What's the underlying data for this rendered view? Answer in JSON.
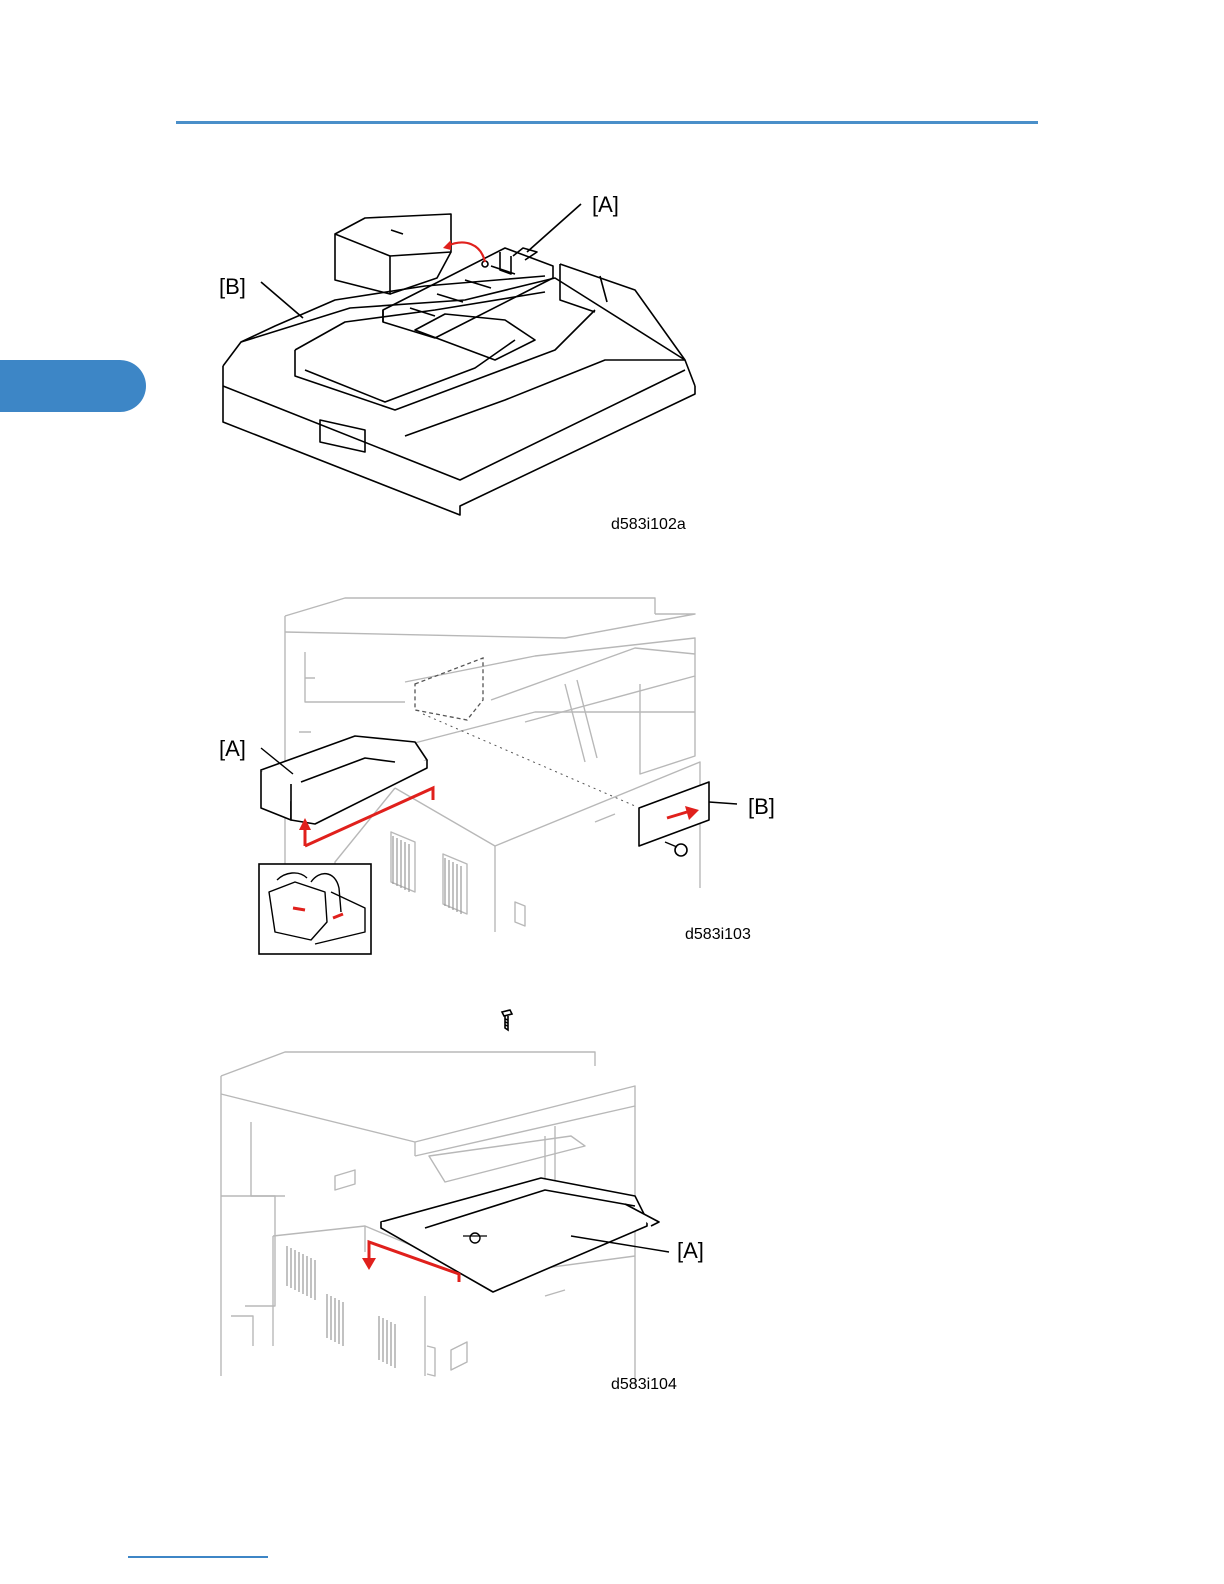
{
  "figures": [
    {
      "code": "d583i102a",
      "labels": {
        "a": "[A]",
        "b": "[B]"
      }
    },
    {
      "code": "d583i103",
      "labels": {
        "a": "[A]",
        "b": "[B]"
      }
    },
    {
      "code": "d583i104",
      "labels": {
        "a": "[A]"
      }
    }
  ],
  "icons": {
    "screw": "screw-icon"
  },
  "colors": {
    "accent": "#3d86c6",
    "arrow": "#e0201c"
  }
}
